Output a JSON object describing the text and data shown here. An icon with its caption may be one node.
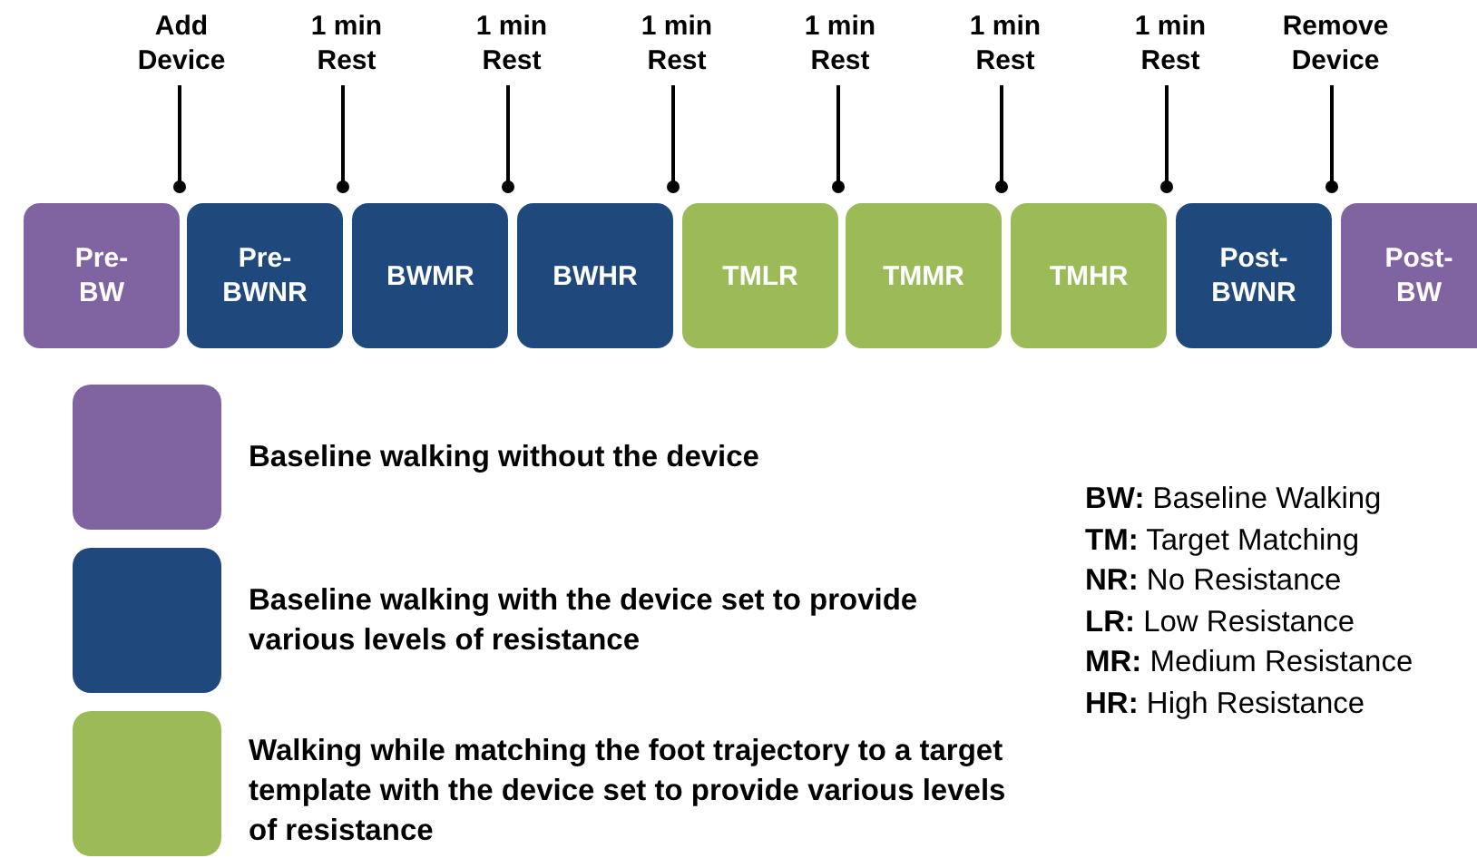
{
  "diagram": {
    "nodes": [
      {
        "text": [
          "Add Device"
        ]
      },
      {
        "text": [
          "1 min Rest"
        ]
      },
      {
        "text": [
          "1 min Rest"
        ]
      },
      {
        "text": [
          "1 min Rest"
        ]
      },
      {
        "text": [
          "1 min Rest"
        ]
      },
      {
        "text": [
          "1 min Rest"
        ]
      },
      {
        "text": [
          "1 min Rest"
        ]
      },
      {
        "text": [
          "Remove Device"
        ]
      },
      {
        "text": [
          "Pre-BW"
        ]
      },
      {
        "text": [
          "Pre-BWNR"
        ]
      },
      {
        "text": [
          "BWMR"
        ]
      },
      {
        "text": [
          "BWHR"
        ]
      },
      {
        "text": [
          "TMLR"
        ]
      },
      {
        "text": [
          "TMMR"
        ]
      },
      {
        "text": [
          "TMHR"
        ]
      },
      {
        "text": [
          "Post-BWNR"
        ]
      },
      {
        "text": [
          "Post-BW"
        ]
      }
    ],
    "edges": [
      {
        "from": 0,
        "to": 8,
        "arrow": "other"
      },
      {
        "from": 1,
        "to": 9,
        "arrow": "other"
      },
      {
        "from": 2,
        "to": 10,
        "arrow": "other"
      },
      {
        "from": 3,
        "to": 11,
        "arrow": "other"
      },
      {
        "from": 4,
        "to": 12,
        "arrow": "other"
      },
      {
        "from": 5,
        "to": 13,
        "arrow": "other"
      },
      {
        "from": 6,
        "to": 14,
        "arrow": "other"
      },
      {
        "from": 7,
        "to": 15,
        "arrow": "other"
      }
    ],
    "labels": [
      "**BW:** Baseline Walking",
      "**TM:** Target Matching",
      "**NR:** No Resistance",
      "**LR:** Low Resistance",
      "**MR:** Medium Resistance",
      "**HR:** High Resistance"
    ],
    "legend": [
      {
        "text": "Baseline walking without the device",
        "color": "#8064a2"
      },
      {
        "text": "Baseline walking with the device set to provide various levels of resistance",
        "color": "#1f497d"
      },
      {
        "text": "Walking while matching the foot trajectory to a target template with the device set to provide various levels of resistance",
        "color": "#9bbb59"
      }
    ]
  }
}
